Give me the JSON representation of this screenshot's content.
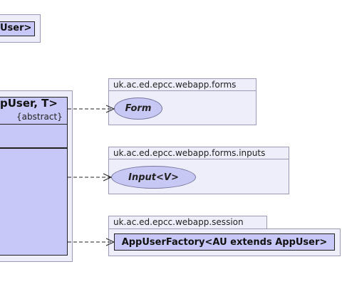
{
  "top_fragment": {
    "label": "User>"
  },
  "main_class": {
    "title": "pUser, T>",
    "stereotype": "{abstract}"
  },
  "packages": [
    {
      "name": "uk.ac.ed.epcc.webapp.forms",
      "element": "Form"
    },
    {
      "name": "uk.ac.ed.epcc.webapp.forms.inputs",
      "element": "Input<V>"
    },
    {
      "name": "uk.ac.ed.epcc.webapp.session",
      "element": "AppUserFactory<AU extends AppUser>"
    }
  ]
}
